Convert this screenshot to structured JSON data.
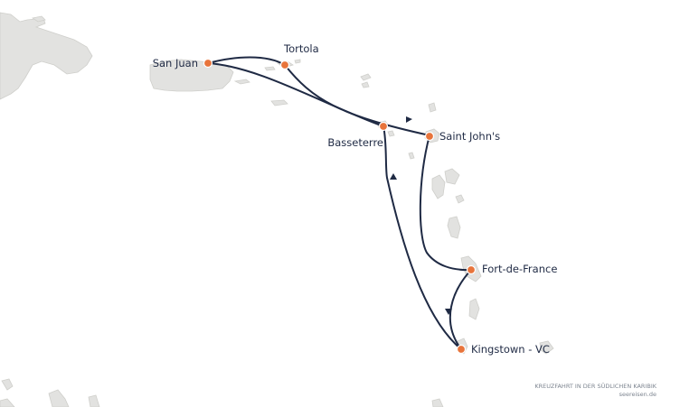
{
  "map": {
    "ports": [
      {
        "id": "san-juan",
        "name": "San Juan"
      },
      {
        "id": "tortola",
        "name": "Tortola"
      },
      {
        "id": "saint-johns",
        "name": "Saint John's"
      },
      {
        "id": "basseterre",
        "name": "Basseterre"
      },
      {
        "id": "fort-de-france",
        "name": "Fort-de-France"
      },
      {
        "id": "kingstown",
        "name": "Kingstown - VC"
      }
    ],
    "colors": {
      "route": "#1f2a44",
      "port": "#e8743b",
      "land": "#e2e2e0"
    }
  },
  "credits": {
    "title": "KREUZFAHRT IN DER SÜDLICHEN KARIBIK",
    "site": "seereisen.de"
  }
}
